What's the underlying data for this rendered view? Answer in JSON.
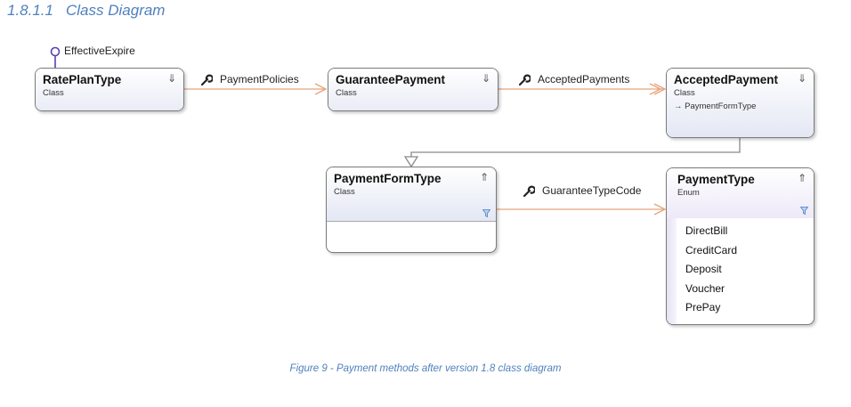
{
  "heading": {
    "number": "1.8.1.1",
    "title": "Class Diagram"
  },
  "interface": {
    "name": "EffectiveExpire",
    "icon": "lollipop-interface-icon"
  },
  "classes": [
    {
      "name": "RatePlanType",
      "kind": "Class",
      "toggle": "expand-chevron-icon"
    },
    {
      "name": "GuaranteePayment",
      "kind": "Class",
      "toggle": "expand-chevron-icon"
    },
    {
      "name": "AcceptedPayment",
      "kind": "Class",
      "toggle": "expand-chevron-icon",
      "inherits": "PaymentFormType",
      "inherits_icon": "inheritance-arrow-icon"
    },
    {
      "name": "PaymentFormType",
      "kind": "Class",
      "toggle": "collapse-chevron-icon",
      "filter": "filter-icon"
    }
  ],
  "enum": {
    "name": "PaymentType",
    "kind": "Enum",
    "toggle": "collapse-chevron-icon",
    "filter": "filter-icon",
    "values": [
      "DirectBill",
      "CreditCard",
      "Deposit",
      "Voucher",
      "PrePay"
    ]
  },
  "associations": [
    {
      "label": "PaymentPolicies",
      "icon": "wrench-icon"
    },
    {
      "label": "AcceptedPayments",
      "icon": "wrench-icon"
    },
    {
      "label": "GuaranteeTypeCode",
      "icon": "wrench-icon"
    }
  ],
  "colors": {
    "connector": "#e6a37a",
    "inheritance": "#8a8a8a",
    "heading": "#4f81bd",
    "box_border": "#7a7a7a"
  },
  "caption": "Figure 9 - Payment methods after version 1.8 class diagram"
}
